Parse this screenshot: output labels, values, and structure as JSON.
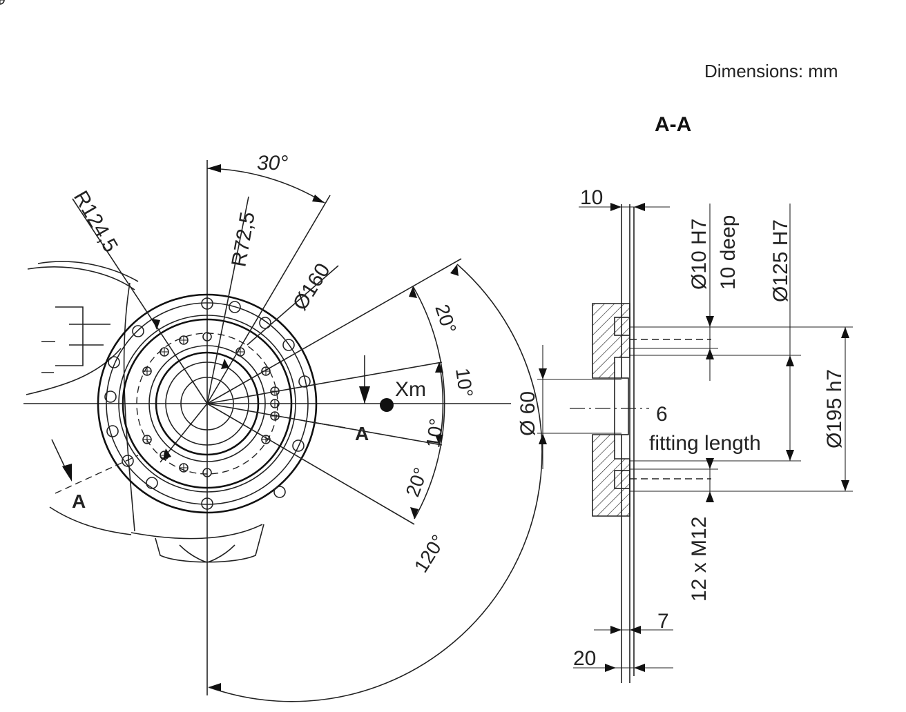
{
  "header": {
    "units": "Dimensions: mm",
    "section_title": "A-A"
  },
  "front_view": {
    "angle_top": "30°",
    "radius_outer": "R124,5",
    "radius_inner": "R72,5",
    "bolt_circle_dia": "Ø160",
    "angle_20_upper": "20°",
    "angle_10_upper": "10°",
    "angle_10_lower": "10°",
    "angle_20_lower": "20°",
    "angle_120": "120°",
    "tcp_label": "Xm",
    "section_mark_right": "A",
    "section_mark_left": "A"
  },
  "section_view": {
    "dim_10": "10",
    "pin_hole": "Ø10 H7",
    "pin_depth": "10 deep",
    "bore_125": "Ø125 H7",
    "bore_60": "Ø 60",
    "fit_6": "6",
    "fitting_length": "fitting length",
    "spigot_195": "Ø195 h7",
    "threads": "12 x M12",
    "dim_7": "7",
    "dim_20": "20"
  },
  "colors": {
    "line": "#222222",
    "background": "#ffffff"
  }
}
